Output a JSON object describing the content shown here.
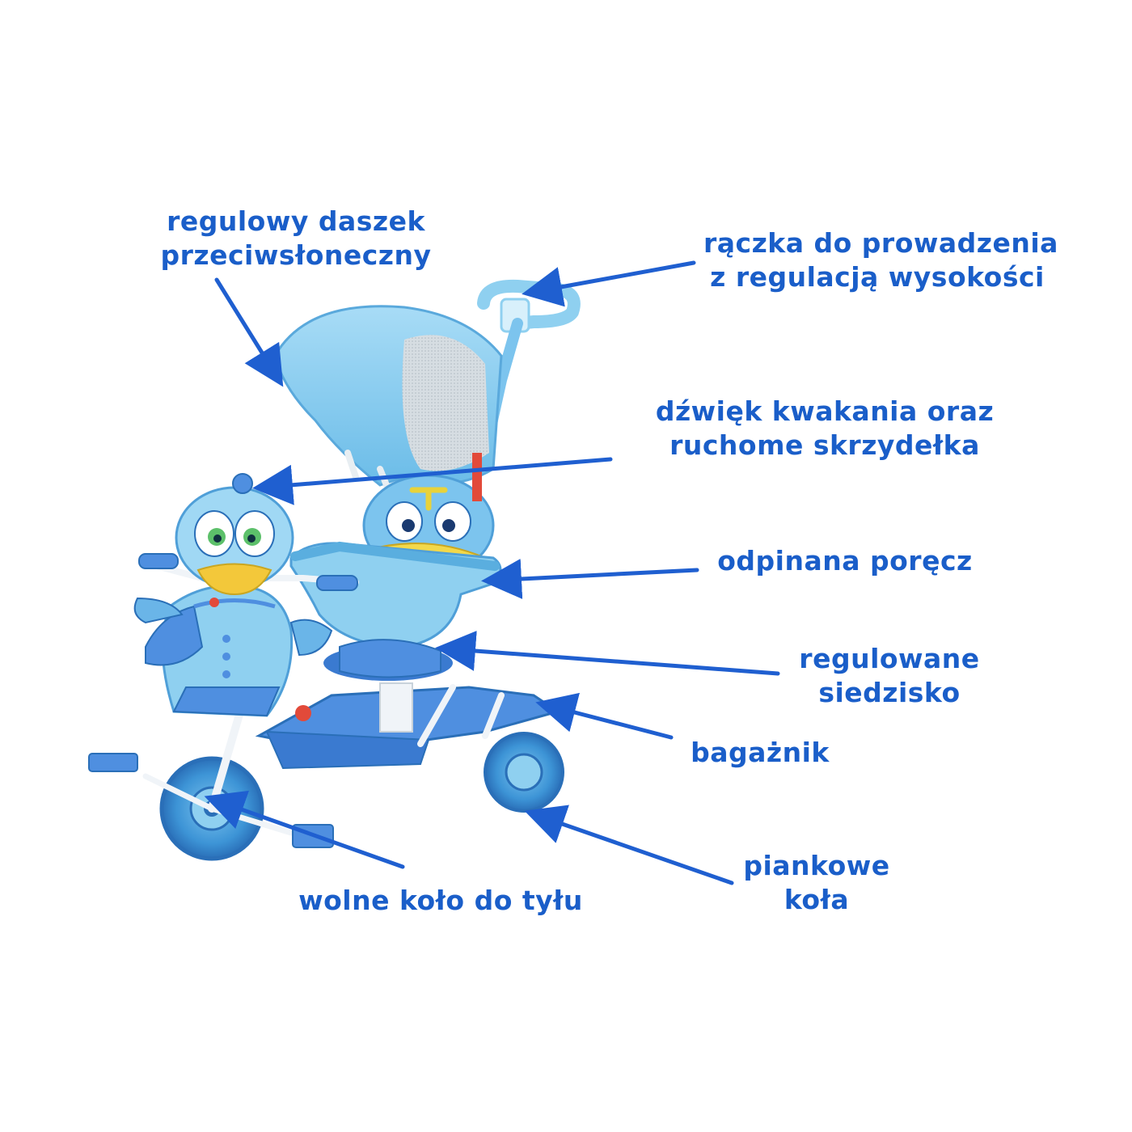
{
  "image": {
    "subject": "blue duck tricycle with canopy",
    "accent_color": "#1a5ec9",
    "arrow_color": "#1f5fd0"
  },
  "labels": {
    "canopy": [
      "regulowy daszek",
      "przeciwsłoneczny"
    ],
    "handle": [
      "rączka do prowadzenia",
      "z regulacją wysokości"
    ],
    "sound": [
      "dźwięk kwakania oraz",
      "ruchome skrzydełka"
    ],
    "rail": [
      "odpinana poręcz"
    ],
    "seat": [
      "regulowane",
      "siedzisko"
    ],
    "trunk": [
      "bagażnik"
    ],
    "wheels": [
      "piankowe",
      "koła"
    ],
    "freewheel": [
      "wolne koło do tyłu"
    ]
  }
}
